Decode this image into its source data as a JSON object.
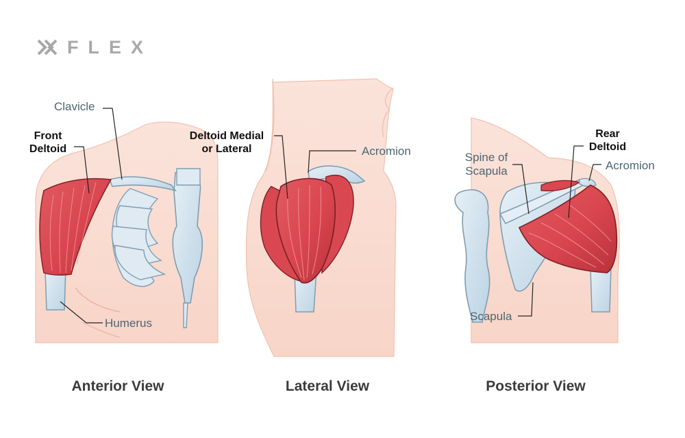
{
  "brand": {
    "wordmark": "FLEX",
    "logo_icon": "double-chevron-x-icon"
  },
  "colors": {
    "skin": "#fbe0d6",
    "skin_line": "#f1bfae",
    "muscle": "#d9454f",
    "muscle_dark": "#b8323a",
    "muscle_light": "#f1898a",
    "bone": "#cfe2ef",
    "bone_line": "#7e9db0",
    "label": "#4d6572",
    "label_strong": "#111111",
    "title": "#3b3b3b"
  },
  "views": [
    {
      "title": "Anterior View",
      "labels": [
        {
          "id": "clavicle",
          "text": "Clavicle",
          "strong": false
        },
        {
          "id": "front-deltoid",
          "text": "Front\nDeltoid",
          "strong": true
        },
        {
          "id": "humerus",
          "text": "Humerus",
          "strong": false
        }
      ]
    },
    {
      "title": "Lateral View",
      "labels": [
        {
          "id": "deltoid-medial",
          "text": "Deltoid Medial\nor Lateral",
          "strong": true
        },
        {
          "id": "acromion",
          "text": "Acromion",
          "strong": false
        }
      ]
    },
    {
      "title": "Posterior View",
      "labels": [
        {
          "id": "spine-of-scapula",
          "text": "Spine of\nScapula",
          "strong": false
        },
        {
          "id": "rear-deltoid",
          "text": "Rear\nDeltoid",
          "strong": true
        },
        {
          "id": "acromion",
          "text": "Acromion",
          "strong": false
        },
        {
          "id": "scapula",
          "text": "Scapula",
          "strong": false
        }
      ]
    }
  ]
}
